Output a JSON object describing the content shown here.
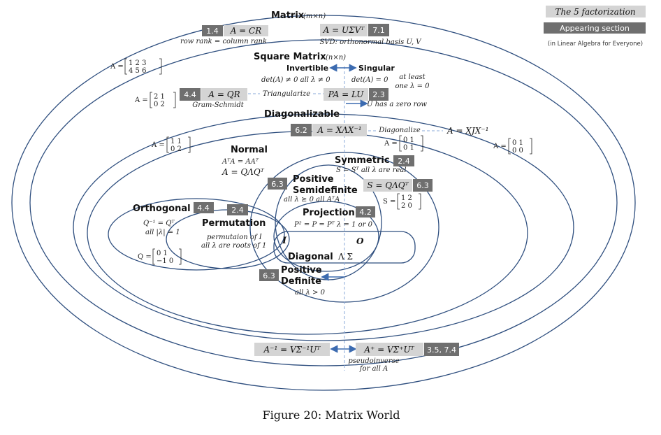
{
  "legend": {
    "factorization": "The 5 factorization",
    "appearing_section": "Appearing section",
    "book": "(in Linear Algebra for Everyone)"
  },
  "matrix": {
    "title": "Matrix",
    "dims": "(m×n)",
    "cr_section": "1.4",
    "cr_eq": "A = CR",
    "cr_note": "row rank = column rank",
    "svd_eq": "A = UΣVᵀ",
    "svd_section": "7.1",
    "svd_note": "SVD:  orthonormal basis U, V",
    "example": {
      "lhs": "A =",
      "row1": "1   2   3",
      "row2": "4   5   6"
    }
  },
  "square": {
    "title": "Square Matrix",
    "dims": "(n×n)",
    "invertible": "Invertible",
    "singular": "Singular",
    "inv_cond": "det(A) ≠ 0  all λ ≠ 0",
    "sing_cond": "det(A) = 0",
    "sing_cond2a": "at least",
    "sing_cond2b": "one λ = 0",
    "qr_section": "4.4",
    "qr_eq": "A = QR",
    "qr_note": "Gram-Schmidt",
    "triangularize": "Triangularize",
    "lu_eq": "PA = LU",
    "lu_section": "2.3",
    "lu_note": "U has a zero row",
    "example": {
      "lhs": "A =",
      "row1": "2   1",
      "row2": "0   2"
    }
  },
  "diagonalizable": {
    "title": "Diagonalizable",
    "section": "6.2",
    "eq": "A = XΛX⁻¹",
    "link": "Diagonalize",
    "jordan_eq": "A = XJX⁻¹",
    "example": {
      "lhs": "A =",
      "row1": "1   1",
      "row2": "0   2"
    },
    "example_b": {
      "lhs": "A =",
      "row1": "0   1",
      "row2": "0   1"
    },
    "example_c": {
      "lhs": "A =",
      "row1": "0   1",
      "row2": "0   0"
    }
  },
  "normal": {
    "title": "Normal",
    "cond": "AᵀA = AAᵀ",
    "eq": "A = QΛQᵀ"
  },
  "symmetric": {
    "title": "Symmetric",
    "section": "2.4",
    "cond": "S = Sᵀ  all λ are real",
    "eq": "S = QΛQᵀ",
    "eq_section": "6.3",
    "example": {
      "lhs": "S =",
      "row1": "1   2",
      "row2": "2   0"
    }
  },
  "psd": {
    "section": "6.3",
    "title1": "Positive",
    "title2": "Semidefinite",
    "cond": "all λ ≥ 0   all AᵀA"
  },
  "orthogonal": {
    "title": "Orthogonal",
    "section": "4.4",
    "cond1": "Q⁻¹ = Qᵀ",
    "cond2": "all |λ| = 1",
    "example": {
      "lhs": "Q =",
      "row1": " 0   1",
      "row2": "−1   0"
    }
  },
  "permutation": {
    "title": "Permutation",
    "section": "2.4",
    "cond1": "permutaion of I",
    "cond2": "all  λ are roots of 1"
  },
  "projection": {
    "title": "Projection",
    "section": "4.2",
    "cond": "P² = P = Pᵀ  λ = 1 or 0"
  },
  "diagonal": {
    "title": "Diagonal",
    "symbols": "Λ  Σ",
    "identity": "I",
    "zero": "O"
  },
  "pd": {
    "section": "6.3",
    "title1": "Positive",
    "title2": "Definite",
    "cond": "all λ > 0"
  },
  "bottom": {
    "inv_eq": "A⁻¹ = VΣ⁻¹Uᵀ",
    "pinv_eq": "A⁺ = VΣ⁺Uᵀ",
    "pinv_section": "3.5, 7.4",
    "pinv_note1": "pseudoinverse",
    "pinv_note2": "for all A"
  },
  "caption": "Figure 20:  Matrix World"
}
